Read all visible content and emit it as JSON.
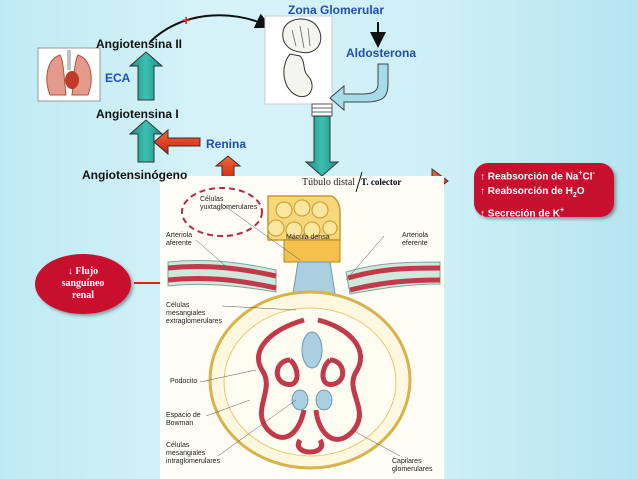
{
  "labels": {
    "zona_glomerular": "Zona Glomerular",
    "aldosterona": "Aldosterona",
    "angiotensina_ii": "Angiotensina II",
    "eca": "ECA",
    "angiotensina_i": "Angiotensina I",
    "renina": "Renina",
    "angiotensinogeno": "Angiotensinógeno",
    "plus_sign": "+",
    "tubulo_distal": "Túbulo distal",
    "t_colector": "T. colector"
  },
  "outcomes": [
    {
      "arrow": "↑",
      "text": "Reabsorción de Na",
      "sup": "+",
      "text2": "Cl",
      "sup2": "-"
    },
    {
      "arrow": "↑",
      "text": "Reabsorción de H",
      "sub": "2",
      "text2": "O"
    },
    {
      "arrow": "↑",
      "text": "Secreción de K",
      "sup": "+"
    }
  ],
  "flujo": {
    "line1": "↓ Flujo",
    "line2": "sanguíneo",
    "line3": "renal"
  },
  "anatomy_labels": {
    "celulas_yg": [
      "Células",
      "yuxtaglomerulares"
    ],
    "arteriola_aferente": [
      "Arteriola",
      "aferente"
    ],
    "macula_densa": "Mácula densa",
    "arteriola_eferente": [
      "Arteriola",
      "eferente"
    ],
    "mesangiales_extra": [
      "Células",
      "mesangiales",
      "extraglomerulares"
    ],
    "podocito": "Podocito",
    "espacio_bowman": [
      "Espacio de",
      "Bowman"
    ],
    "mesangiales_intra": [
      "Células",
      "mesangiales",
      "intraglomerulares"
    ],
    "capilares": [
      "Capilares",
      "glomerulares"
    ]
  },
  "colors": {
    "accent_red": "#c8102e",
    "arrow_teal": "#2aa79b",
    "arrow_red": "#e0321f",
    "label_blue": "#1f4fb0"
  }
}
